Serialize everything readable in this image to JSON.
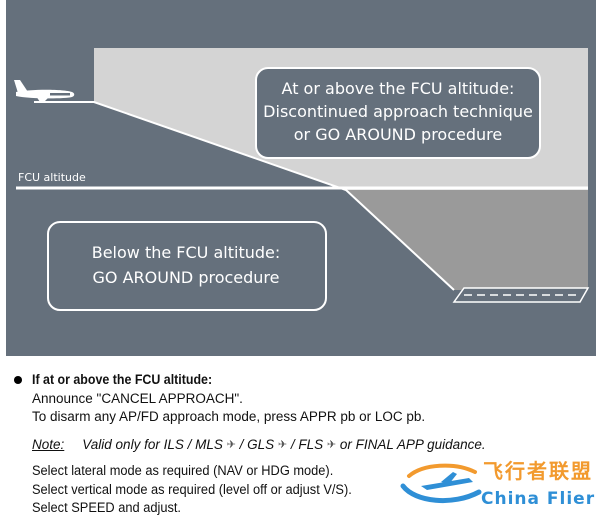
{
  "diagram": {
    "upper_callout": {
      "lines": [
        "At or above the FCU altitude:",
        "Discontinued approach technique",
        "or GO AROUND procedure"
      ]
    },
    "lower_callout": {
      "lines": [
        "Below the FCU altitude:",
        "GO AROUND procedure"
      ]
    },
    "fcu_label": "FCU altitude",
    "colors": {
      "panel": "#65707c",
      "upper_zone": "#d4d4d4",
      "lower_zone": "#9a9a9a",
      "line": "#ffffff"
    }
  },
  "procedure": {
    "heading": "If at or above the FCU altitude:",
    "lines": [
      "Announce \"CANCEL APPROACH\".",
      "To disarm any AP/FD approach mode, press APPR pb or LOC pb."
    ],
    "note": {
      "label": "Note:",
      "parts": [
        "Valid only for ILS / MLS",
        " / GLS",
        " / FLS",
        " or FINAL APP guidance."
      ]
    },
    "steps": [
      "Select lateral mode as required (NAV or HDG mode).",
      "Select vertical mode as required (level off or adjust V/S).",
      "Select SPEED and adjust."
    ]
  },
  "watermark": {
    "cn": "飞行者联盟",
    "en": "China Flier",
    "icon": "airplane-icon"
  }
}
